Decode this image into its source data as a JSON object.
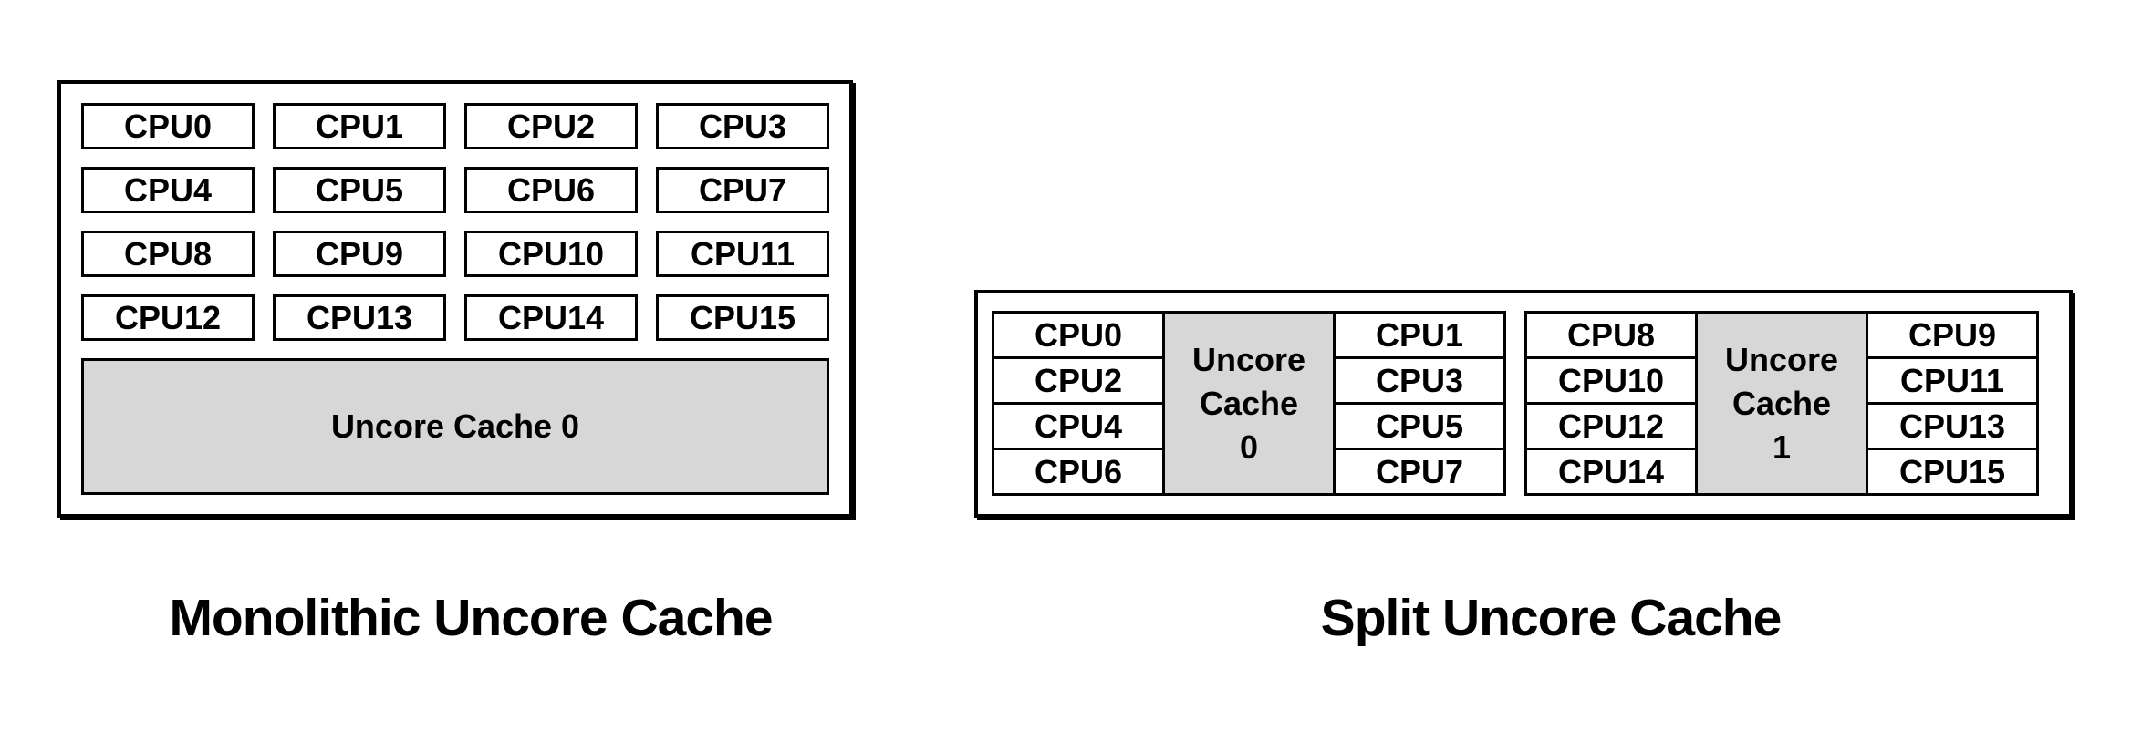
{
  "figure": {
    "background_color": "#ffffff",
    "text_color": "#000000",
    "border_color": "#000000",
    "cache_fill_color": "#d7d7d7"
  },
  "monolithic": {
    "caption": "Monolithic Uncore Cache",
    "cpus": [
      "CPU0",
      "CPU1",
      "CPU2",
      "CPU3",
      "CPU4",
      "CPU5",
      "CPU6",
      "CPU7",
      "CPU8",
      "CPU9",
      "CPU10",
      "CPU11",
      "CPU12",
      "CPU13",
      "CPU14",
      "CPU15"
    ],
    "cache_label": "Uncore Cache 0"
  },
  "split": {
    "caption": "Split Uncore Cache",
    "clusters": [
      {
        "rows": [
          [
            "CPU0",
            "CPU1"
          ],
          [
            "CPU2",
            "CPU3"
          ],
          [
            "CPU4",
            "CPU5"
          ],
          [
            "CPU6",
            "CPU7"
          ]
        ],
        "cache_lines": [
          "Uncore",
          "Cache",
          "0"
        ]
      },
      {
        "rows": [
          [
            "CPU8",
            "CPU9"
          ],
          [
            "CPU10",
            "CPU11"
          ],
          [
            "CPU12",
            "CPU13"
          ],
          [
            "CPU14",
            "CPU15"
          ]
        ],
        "cache_lines": [
          "Uncore",
          "Cache",
          "1"
        ]
      }
    ]
  }
}
